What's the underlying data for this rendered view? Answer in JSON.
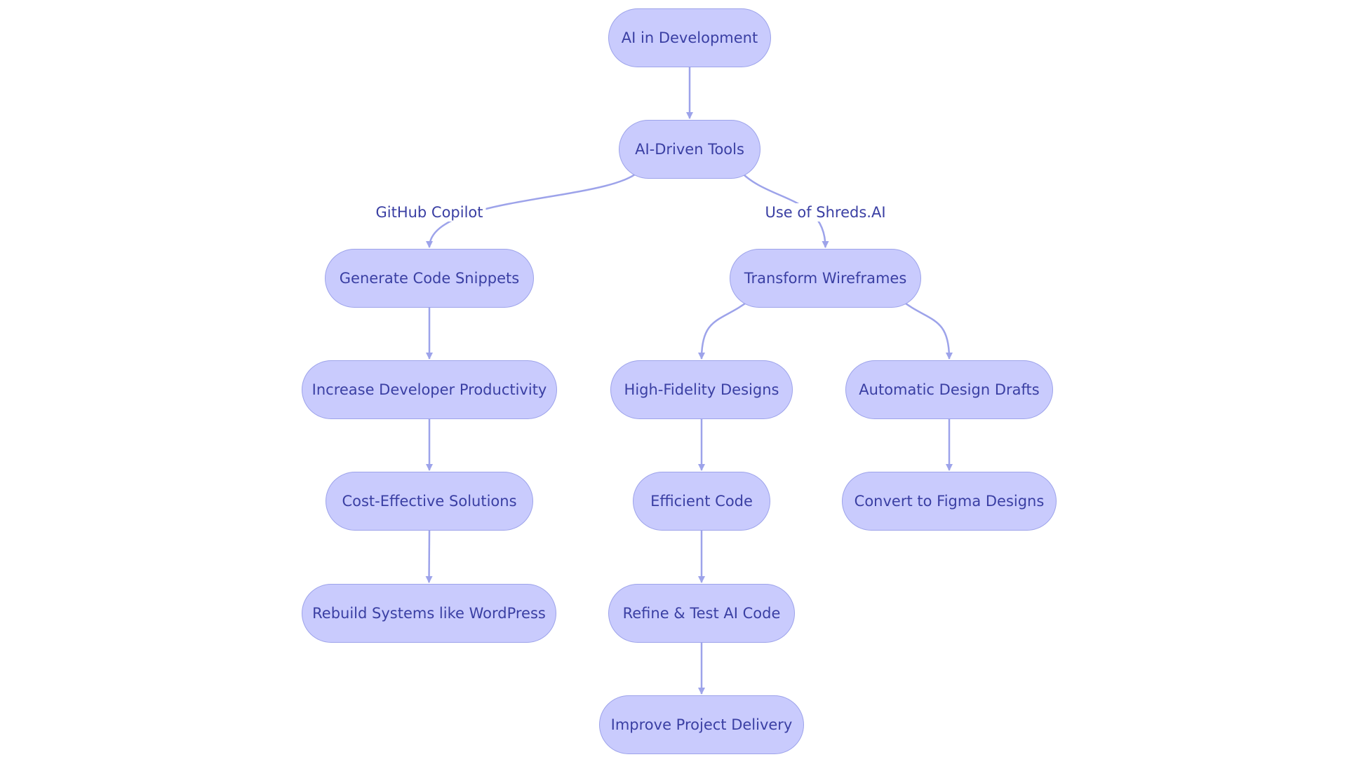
{
  "colors": {
    "node_fill": "#c9cbfd",
    "node_border": "#9da3ea",
    "edge": "#9da3ea",
    "text": "#3a3fa3"
  },
  "nodes": {
    "ai_dev": "AI in Development",
    "ai_tools": "AI-Driven Tools",
    "gen_code": "Generate Code Snippets",
    "transform": "Transform Wireframes",
    "increase": "Increase Developer Productivity",
    "hifi": "High-Fidelity Designs",
    "auto_drafts": "Automatic Design Drafts",
    "cost": "Cost-Effective Solutions",
    "efficient": "Efficient Code",
    "figma": "Convert to Figma Designs",
    "rebuild": "Rebuild Systems like WordPress",
    "refine": "Refine & Test AI Code",
    "improve": "Improve Project Delivery"
  },
  "edge_labels": {
    "copilot": "GitHub Copilot",
    "shreds": "Use of Shreds.AI"
  },
  "edges": [
    {
      "from": "ai_dev",
      "to": "ai_tools",
      "label": ""
    },
    {
      "from": "ai_tools",
      "to": "gen_code",
      "label": "copilot"
    },
    {
      "from": "ai_tools",
      "to": "transform",
      "label": "shreds"
    },
    {
      "from": "gen_code",
      "to": "increase",
      "label": ""
    },
    {
      "from": "increase",
      "to": "cost",
      "label": ""
    },
    {
      "from": "cost",
      "to": "rebuild",
      "label": ""
    },
    {
      "from": "transform",
      "to": "hifi",
      "label": ""
    },
    {
      "from": "transform",
      "to": "auto_drafts",
      "label": ""
    },
    {
      "from": "hifi",
      "to": "efficient",
      "label": ""
    },
    {
      "from": "efficient",
      "to": "refine",
      "label": ""
    },
    {
      "from": "refine",
      "to": "improve",
      "label": ""
    },
    {
      "from": "auto_drafts",
      "to": "figma",
      "label": ""
    }
  ]
}
